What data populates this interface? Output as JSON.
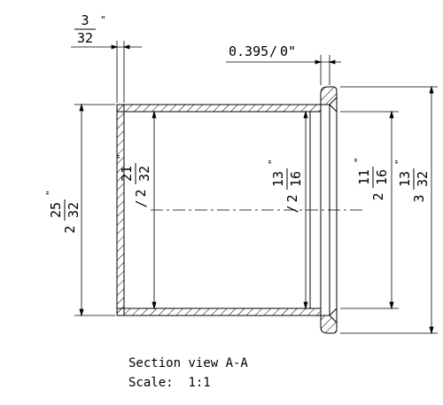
{
  "dimensions": {
    "wall_thickness": {
      "whole": "",
      "num": "3",
      "den": "32",
      "inch": "\""
    },
    "flange_thickness": {
      "text": "0.395",
      "sep": "/",
      "tail": "0\""
    },
    "outer_height": {
      "whole": "2",
      "num": "25",
      "den": "32",
      "inch": "\""
    },
    "inner_height": {
      "prefix": "/",
      "whole": "2",
      "num": "21",
      "den": "32",
      "inch": "\""
    },
    "bore_diameter": {
      "prefix": "/",
      "whole": "2",
      "num": "13",
      "den": "16",
      "inch": "\""
    },
    "outer_diameter": {
      "whole": "2",
      "num": "11",
      "den": "16",
      "inch": "\""
    },
    "flange_diameter": {
      "whole": "3",
      "num": "13",
      "den": "32",
      "inch": "\""
    }
  },
  "caption": {
    "title": "Section view A-A",
    "scale_label": "Scale:",
    "scale_value": "1:1"
  }
}
